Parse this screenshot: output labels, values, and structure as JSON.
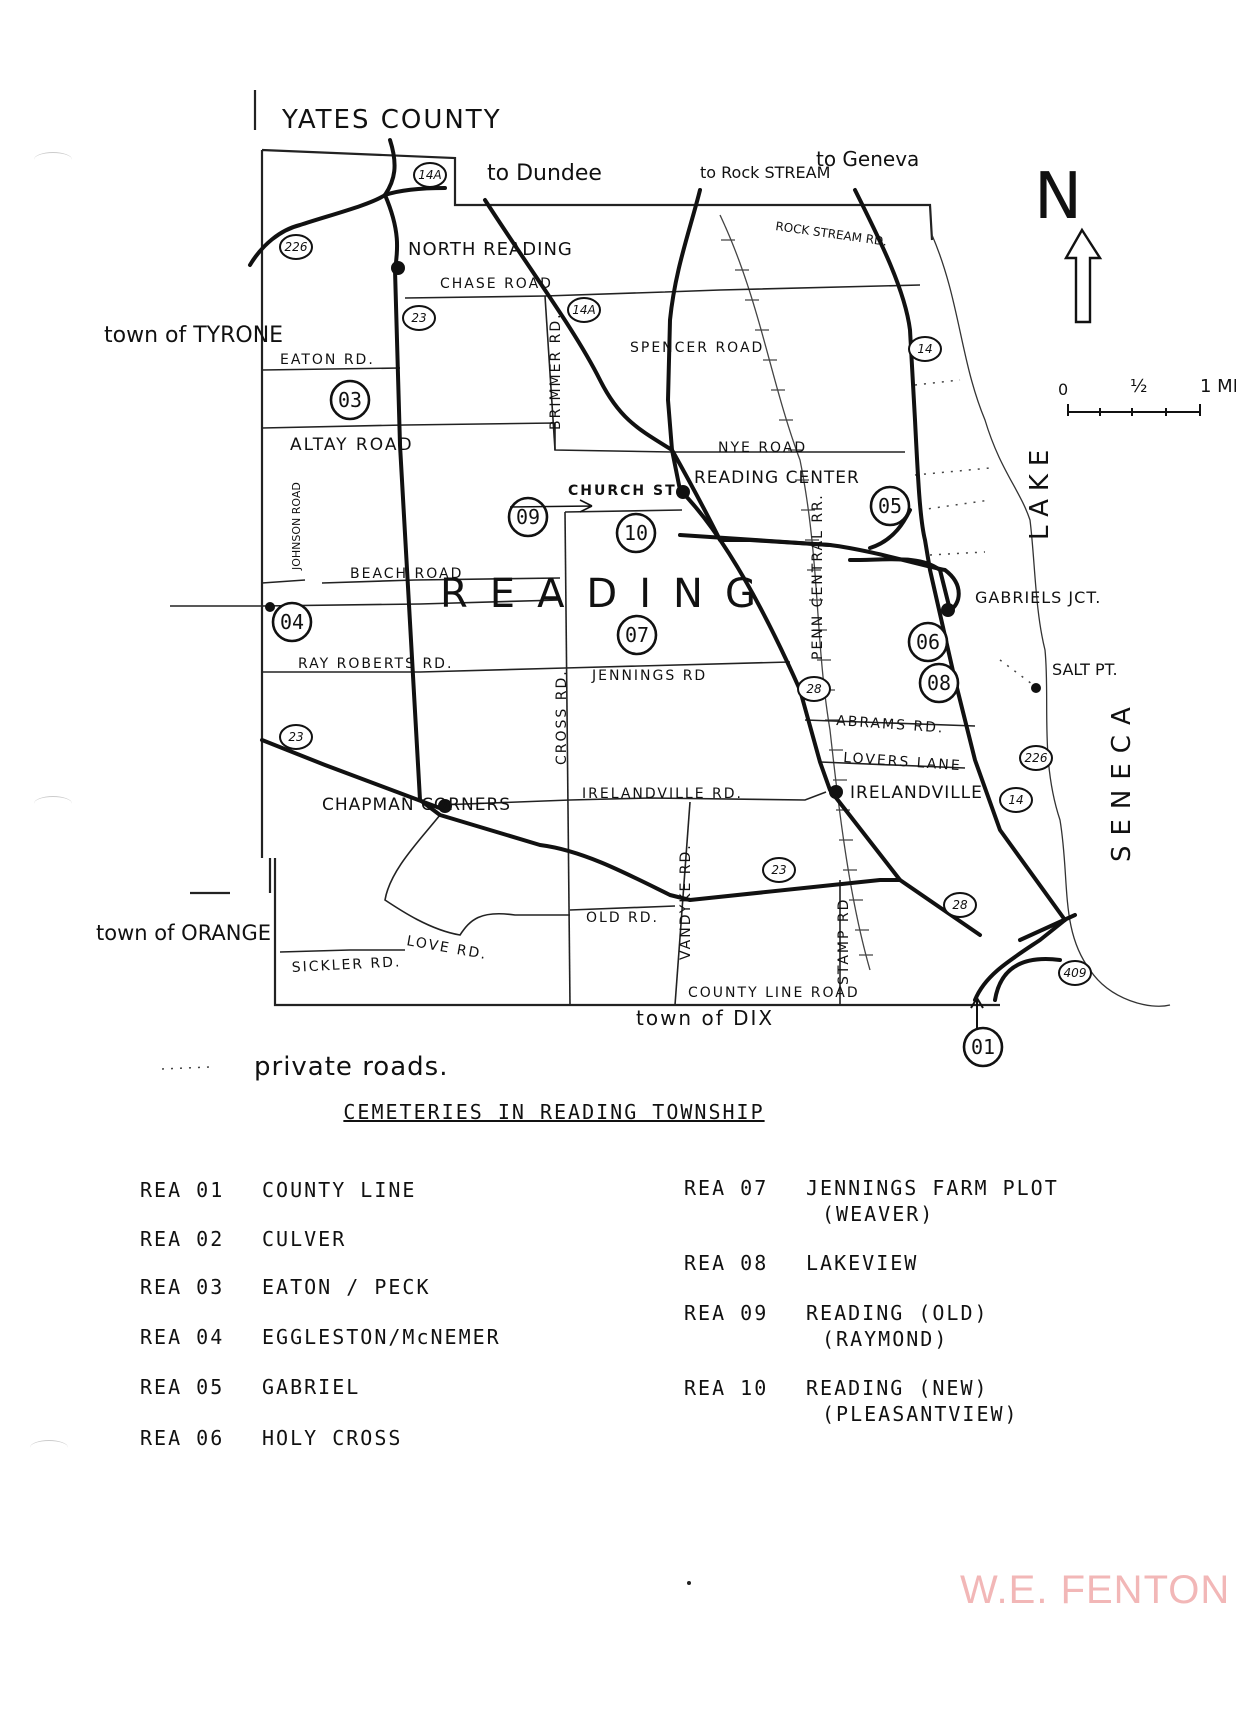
{
  "map": {
    "north_letter": "N",
    "scale": {
      "zero": "0",
      "half": "½",
      "one": "1 MI"
    },
    "places": {
      "yates_county": "YATES COUNTY",
      "to_dundee": "to Dundee",
      "to_rock_stream": "to Rock STREAM",
      "to_geneva": "to Geneva",
      "rock_stream_rd": "ROCK STREAM RD.",
      "town_of_tyrone": "town of TYRONE",
      "town_of_orange": "town of ORANGE",
      "town_of_dix": "town of DIX",
      "north_reading": "NORTH READING",
      "reading_center": "READING CENTER",
      "reading": "READING",
      "gabriels_jct": "GABRIELS JCT.",
      "salt_pt": "SALT PT.",
      "irelandville": "IRELANDVILLE",
      "chapman_corners": "CHAPMAN CORNERS",
      "lake": "LAKE",
      "seneca": "SENECA"
    },
    "roads": {
      "chase_road": "CHASE ROAD",
      "spencer_road": "SPENCER ROAD",
      "eaton_rd": "EATON RD.",
      "altay_road": "ALTAY ROAD",
      "brimmer_rd": "BRIMMER RD.",
      "nye_road": "NYE ROAD",
      "church_st": "CHURCH ST",
      "beach_road": "BEACH ROAD",
      "johnson_road": "JOHNSON ROAD",
      "ray_roberts_rd": "RAY ROBERTS RD.",
      "jennings_rd": "JENNINGS RD",
      "cross_rd": "CROSS RD.",
      "penn_central_rr": "PENN CENTRAL RR.",
      "abrams_rd": "ABRAMS RD.",
      "lovers_lane": "LOVERS LANE",
      "irelandville_rd": "IRELANDVILLE RD.",
      "vandyke_rd": "VANDYKE RD.",
      "love_rd": "LOVE RD.",
      "old_rd": "OLD RD.",
      "sickler_rd": "SICKLER RD.",
      "stamp_rd": "STAMP RD",
      "county_line_road": "COUNTY LINE ROAD"
    },
    "routes": [
      "14A",
      "14A",
      "226",
      "23",
      "23",
      "23",
      "14",
      "14",
      "226",
      "28",
      "28",
      "409"
    ],
    "cemetery_markers": [
      "01",
      "03",
      "04",
      "05",
      "06",
      "07",
      "08",
      "09",
      "10"
    ],
    "private_roads_note": "private roads."
  },
  "legend": {
    "title": "CEMETERIES IN READING TOWNSHIP",
    "left": [
      {
        "code": "REA 01",
        "name": "COUNTY LINE"
      },
      {
        "code": "REA 02",
        "name": "CULVER"
      },
      {
        "code": "REA 03",
        "name": "EATON / PECK"
      },
      {
        "code": "REA 04",
        "name": "EGGLESTON/McNEMER"
      },
      {
        "code": "REA 05",
        "name": "GABRIEL"
      },
      {
        "code": "REA 06",
        "name": "HOLY CROSS"
      }
    ],
    "right": [
      {
        "code": "REA 07",
        "name": "JENNINGS FARM PLOT",
        "sub": "(WEAVER)"
      },
      {
        "code": "REA 08",
        "name": "LAKEVIEW",
        "sub": ""
      },
      {
        "code": "REA 09",
        "name": "READING (OLD)",
        "sub": "(RAYMOND)"
      },
      {
        "code": "REA 10",
        "name": "READING (NEW)",
        "sub": "(PLEASANTVIEW)"
      }
    ]
  },
  "stamp": "W.E. FENTON"
}
